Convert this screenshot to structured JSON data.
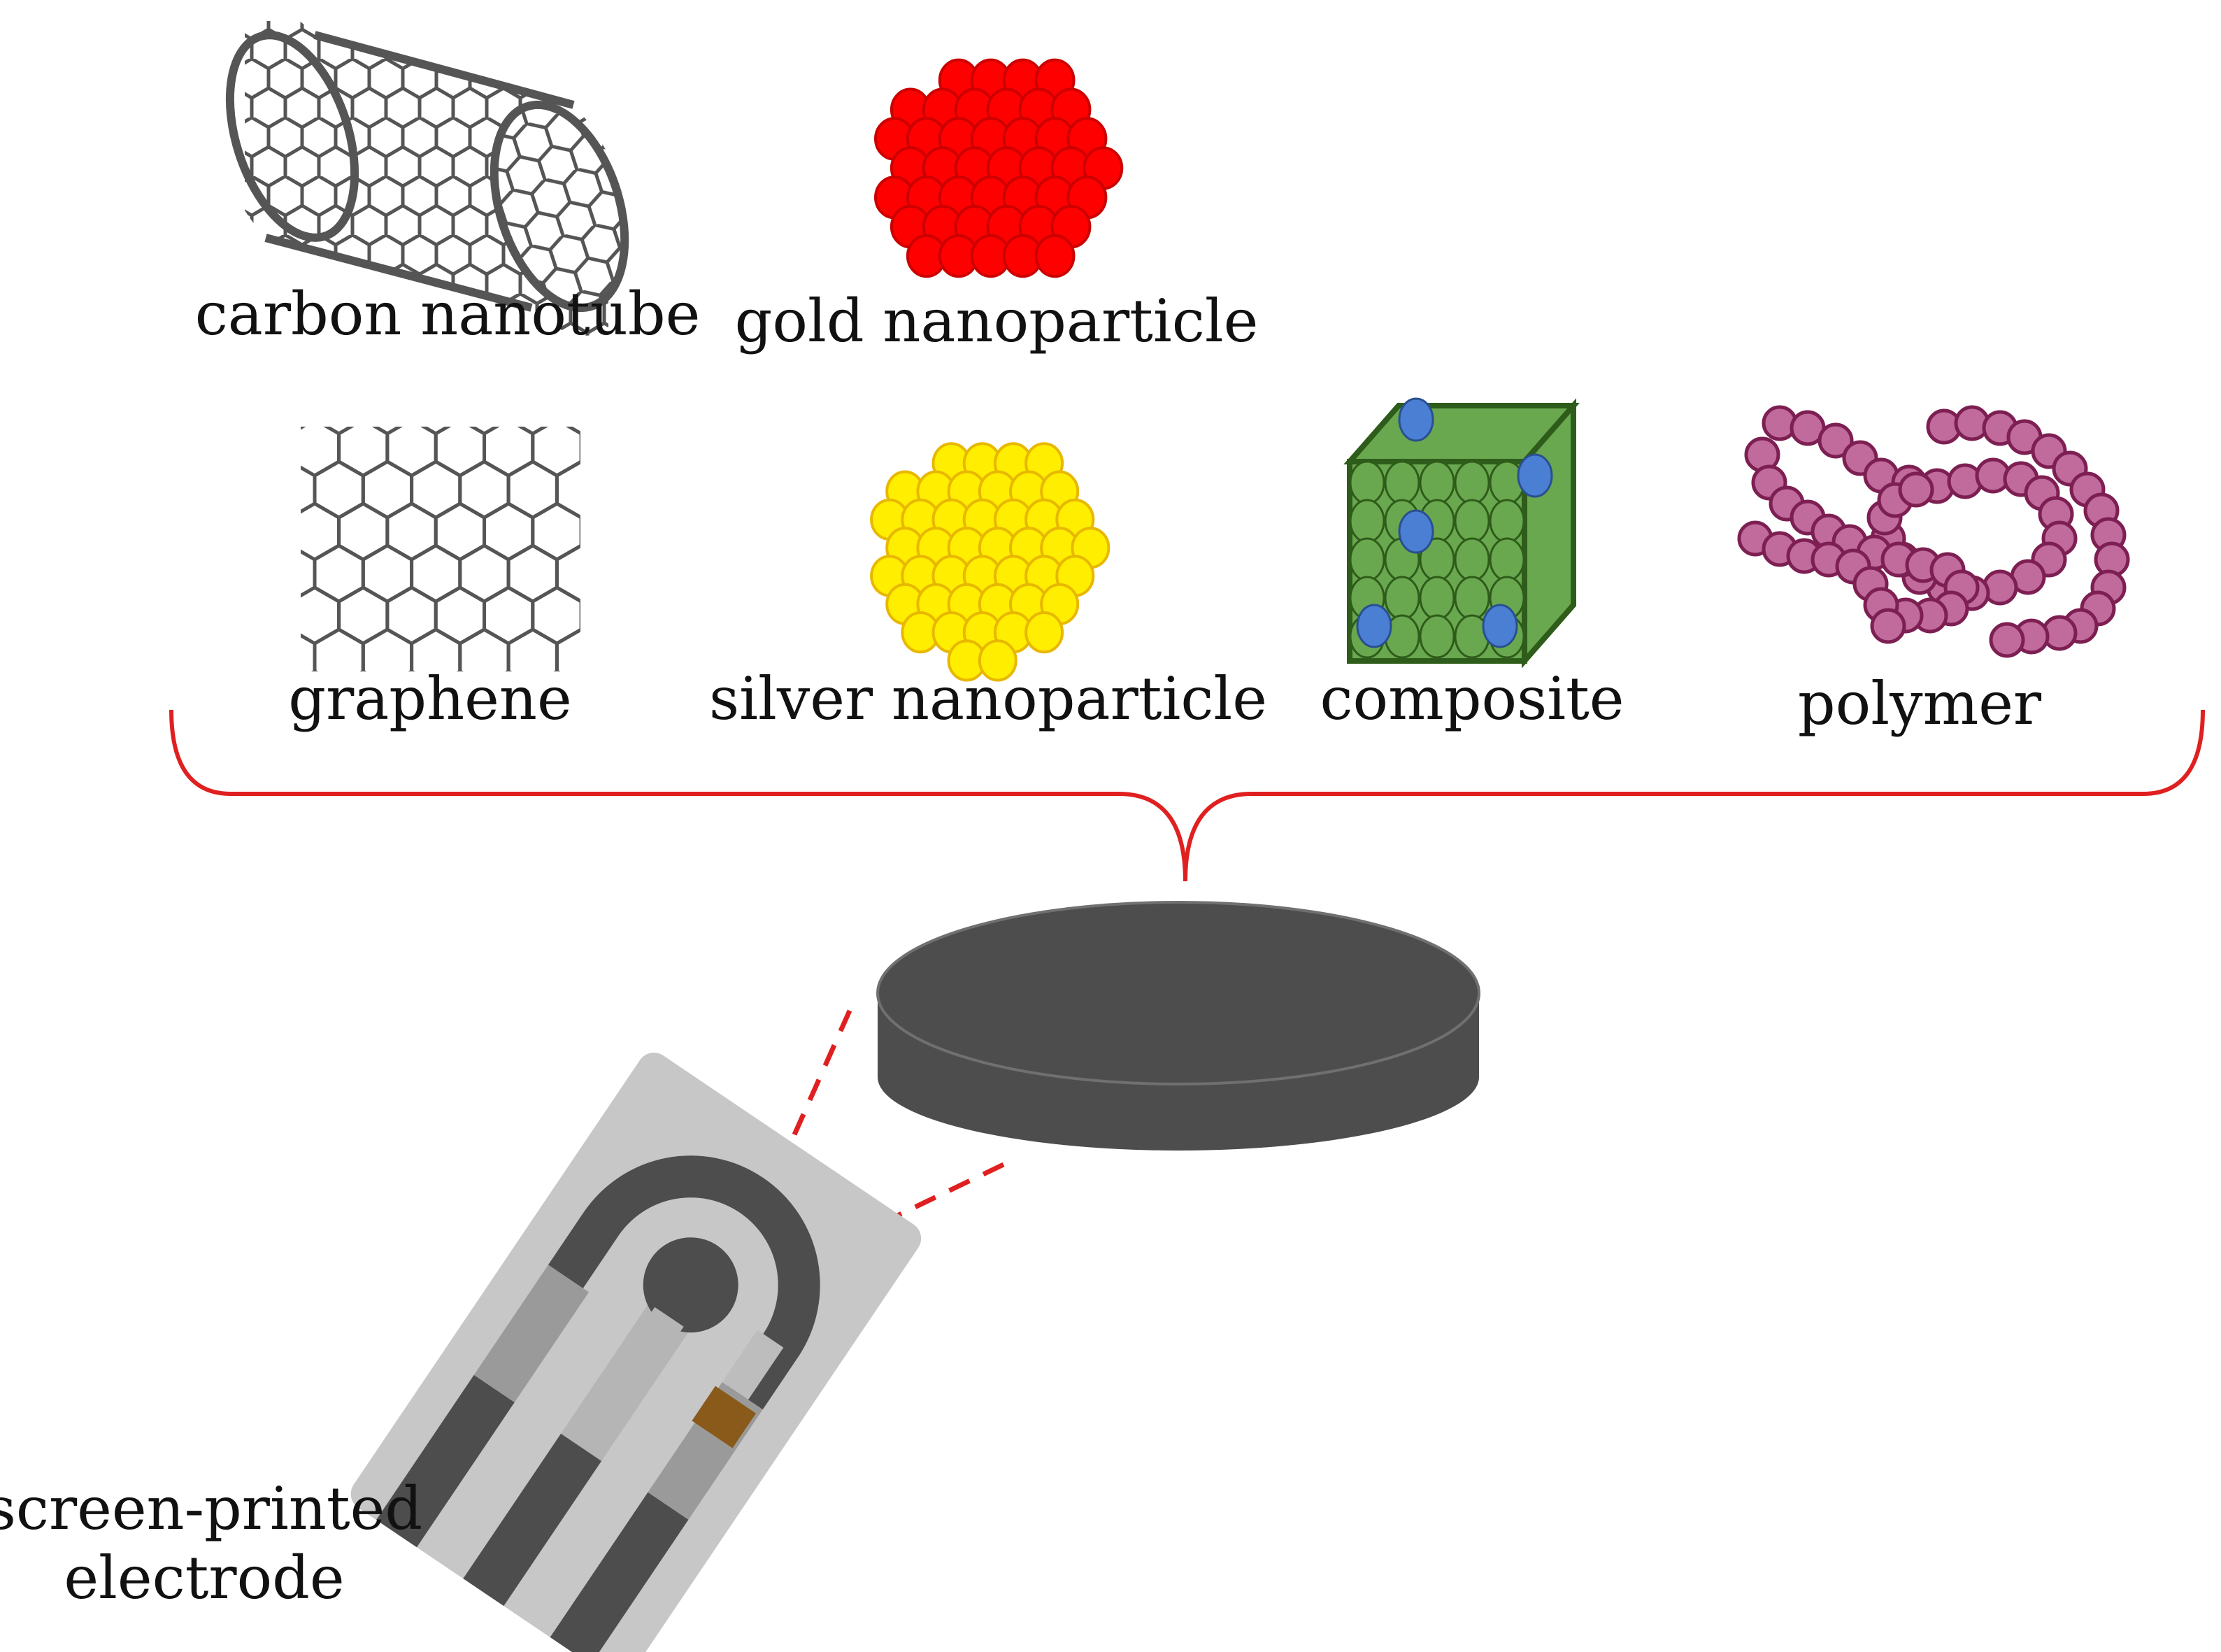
{
  "labels": {
    "carbon_nanotube": "carbon nanotube",
    "gold_nanoparticle": "gold nanoparticle",
    "graphene": "graphene",
    "silver_nanoparticle": "silver nanoparticle",
    "composite": "composite",
    "polymer": "polymer",
    "spe_line1": "screen-printed",
    "spe_line2": "electrode"
  },
  "colors": {
    "nanotube_stroke": "#555555",
    "gold_fill": "#ff0000",
    "gold_stroke": "#cc0000",
    "silver_fill": "#ffee00",
    "silver_stroke": "#e8b800",
    "composite_green": "#6aa84f",
    "composite_dark": "#2e5c1a",
    "composite_blue": "#4a7fd4",
    "polymer_fill": "#c06b9c",
    "polymer_stroke": "#7d1f52",
    "brace": "#e02020",
    "disk": "#4d4d4d",
    "electrode_base": "#c7c7c7",
    "electrode_dark": "#4d4d4d",
    "electrode_mid": "#9a9a9a",
    "reference_pad": "#8a5a1a"
  }
}
